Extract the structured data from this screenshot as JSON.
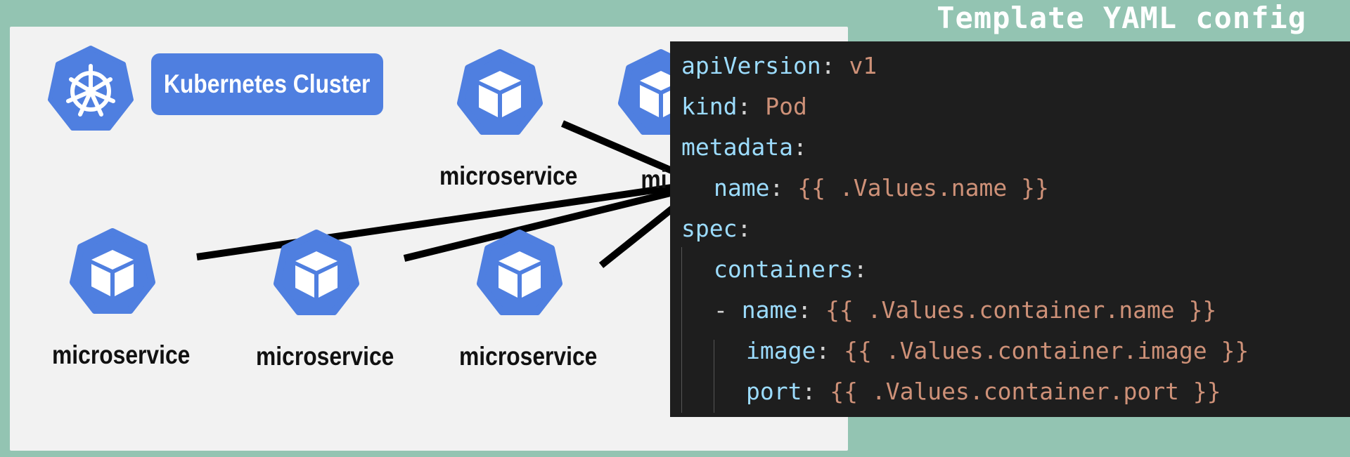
{
  "heading": "Template YAML config",
  "cluster": {
    "label": "Kubernetes Cluster",
    "icon": "kubernetes-helm-wheel-icon",
    "brand_color": "#4f7fe0"
  },
  "microservices": [
    {
      "label": "microservice",
      "icon": "cube-icon"
    },
    {
      "label": "mi",
      "icon": "cube-icon"
    },
    {
      "label": "microservice",
      "icon": "cube-icon"
    },
    {
      "label": "microservice",
      "icon": "cube-icon"
    },
    {
      "label": "microservice",
      "icon": "cube-icon"
    }
  ],
  "yaml": [
    {
      "key": "apiVersion",
      "sep": ": ",
      "value": "v1"
    },
    {
      "key": "kind",
      "sep": ": ",
      "value": "Pod"
    },
    {
      "key": "metadata",
      "sep": ":",
      "value": ""
    },
    {
      "key": "name",
      "sep": ": ",
      "value": "{{ .Values.name }}"
    },
    {
      "key": "spec",
      "sep": ":",
      "value": ""
    },
    {
      "key": "containers",
      "sep": ":",
      "value": ""
    },
    {
      "dash": "- ",
      "key": "name",
      "sep": ": ",
      "value": "{{ .Values.container.name }}"
    },
    {
      "key": "image",
      "sep": ": ",
      "value": "{{ .Values.container.image }}"
    },
    {
      "key": "port",
      "sep": ": ",
      "value": "{{ .Values.container.port }}"
    }
  ],
  "colors": {
    "background": "#93c4b2",
    "panel": "#f2f2f2",
    "editor": "#1e1e1e",
    "yaml_key": "#9cdcfe",
    "yaml_value": "#ce9178"
  }
}
